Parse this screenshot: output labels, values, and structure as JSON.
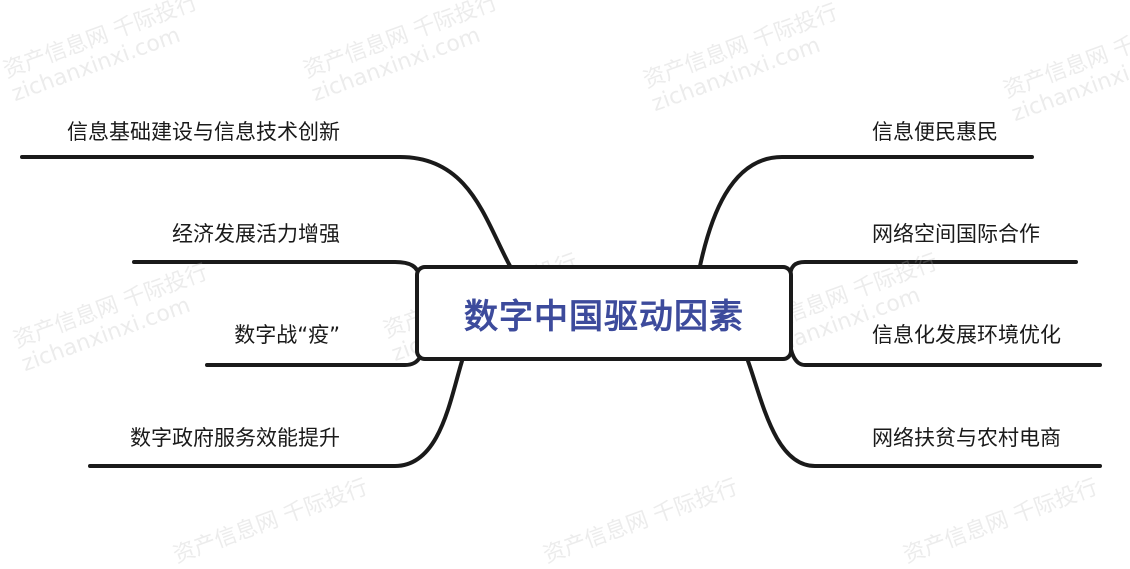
{
  "center": {
    "title": "数字中国驱动因素"
  },
  "left_branches": [
    {
      "label": "信息基础建设与信息技术创新"
    },
    {
      "label": "经济发展活力增强"
    },
    {
      "label": "数字战“疫”"
    },
    {
      "label": "数字政府服务效能提升"
    }
  ],
  "right_branches": [
    {
      "label": "信息便民惠民"
    },
    {
      "label": "网络空间国际合作"
    },
    {
      "label": "信息化发展环境优化"
    },
    {
      "label": "网络扶贫与农村电商"
    }
  ],
  "watermark": {
    "line1": "资产信息网 千际投行",
    "line2": "zichanxinxi.com"
  },
  "colors": {
    "line": "#1a1a1a",
    "title": "#3d4b9c"
  }
}
